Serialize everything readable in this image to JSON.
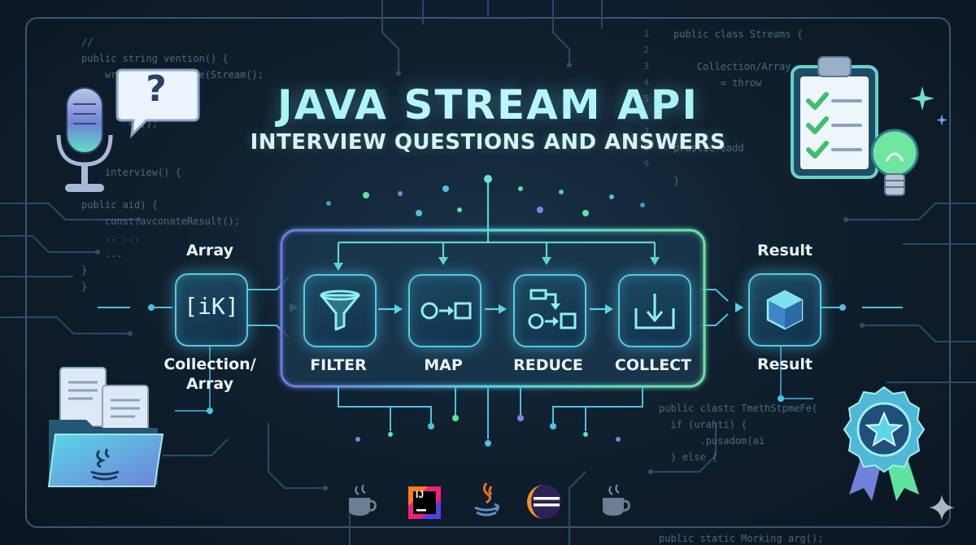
{
  "title": "JAVA STREAM API",
  "subtitle": "INTERVIEW QUESTIONS AND ANSWERS",
  "pipeline": {
    "input_label_top": "Array",
    "input_label_bottom": "Collection/\nArray",
    "stages": [
      {
        "label": "FILTER",
        "icon": "funnel-icon"
      },
      {
        "label": "MAP",
        "icon": "map-transform-icon"
      },
      {
        "label": "REDUCE",
        "icon": "reduce-icon"
      },
      {
        "label": "COLLECT",
        "icon": "collect-tray-icon"
      }
    ],
    "output_label_top": "Result",
    "output_label_bottom": "Result",
    "input_icon_text": "[iK]"
  },
  "code_left": [
    "//",
    "public string vention() {",
    "    write.streams.sse(Stream();",
    "",
    "",
    "        = ();",
    "",
    "",
    "    interview() {",
    "",
    "public aid) {",
    "    const.avconateResult();",
    "    .. ...",
    "    ...",
    "}",
    "}"
  ],
  "code_right_top": [
    "public class Streams {",
    "",
    "    Collection/Array",
    "        = throw",
    "",
    "",
    "",
    "prustic eadd",
    "",
    "}"
  ],
  "code_right_top_lines": [
    "1",
    "2",
    "3",
    "4",
    "5",
    "6",
    "7",
    "8",
    "9"
  ],
  "code_right_bottom": [
    "public clastc TmethStpmeFe(",
    "  if (urahti) {",
    "       .pusadom(ai",
    "  } else {",
    "",
    "",
    "",
    "",
    "public static Morking arg();"
  ],
  "icons": {
    "microphone": "microphone-icon",
    "question_bubble": "question-bubble-icon",
    "question_mark": "?",
    "clipboard": "clipboard-checklist-icon",
    "lightbulb": "lightbulb-icon",
    "folder": "java-folder-icon",
    "badge": "star-award-badge-icon",
    "footer": [
      "coffee-cup-icon",
      "intellij-logo-icon",
      "java-logo-icon",
      "eclipse-logo-icon",
      "coffee-cup-icon"
    ],
    "intellij_text": "IJ"
  },
  "colors": {
    "accent_cyan": "#55c9e6",
    "accent_green": "#5fe3a1",
    "accent_purple": "#7a6bd8",
    "title_gradient": "#8ff0e3",
    "background": "#10202f"
  }
}
